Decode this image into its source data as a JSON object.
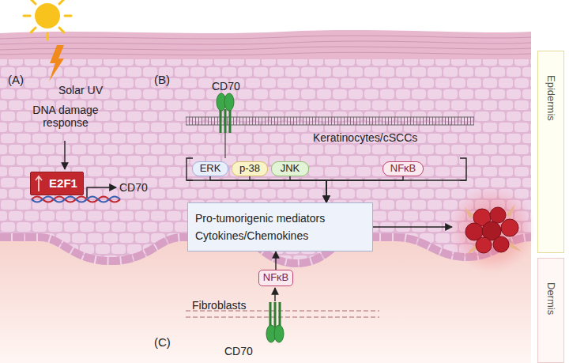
{
  "diagram": {
    "nodes": [
      {
        "text": [
          "E2F1"
        ]
      },
      {
        "text": [
          "ERK"
        ]
      },
      {
        "text": [
          "p-38"
        ]
      },
      {
        "text": [
          "JNK"
        ]
      },
      {
        "text": [
          "NFκB"
        ]
      },
      {
        "text": [
          "Pro-tumorigenic mediators",
          "Cytokines/Chemokines"
        ]
      },
      {
        "text": [
          "NFκB"
        ]
      },
      {
        "text": [
          "Epidermis"
        ]
      },
      {
        "text": [
          "Dermis"
        ]
      }
    ],
    "edges": [
      {
        "from": 1,
        "to": 5,
        "arrow": "to"
      },
      {
        "from": 2,
        "to": 5,
        "arrow": "to"
      },
      {
        "from": 3,
        "to": 5,
        "arrow": "to"
      },
      {
        "from": 4,
        "to": 5,
        "arrow": "to"
      },
      {
        "from": 6,
        "to": 5,
        "arrow": "to"
      }
    ],
    "labels": [
      "(A)",
      "Solar UV",
      "(B)",
      "DNA damage response",
      "CD70",
      "CD70",
      "Keratinocytes/cSCCs",
      "Fibroblasts",
      "(C)",
      "CD70"
    ]
  }
}
